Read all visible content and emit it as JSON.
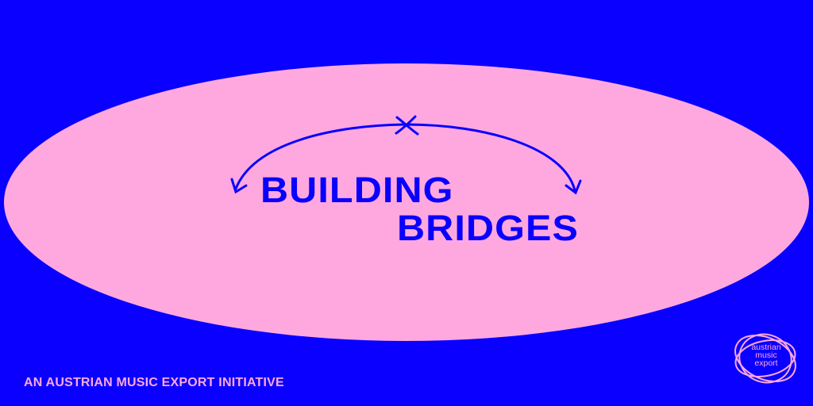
{
  "colors": {
    "background": "#0a00ff",
    "ellipse": "#ffa8e0",
    "text_primary": "#0a00ff",
    "text_secondary": "#ffa8e0"
  },
  "headline": {
    "line1": "BUILDING",
    "line2": "BRIDGES"
  },
  "tagline": "AN AUSTRIAN MUSIC EXPORT INITIATIVE",
  "logo": {
    "line1": "austrian",
    "line2": "music",
    "line3": "export"
  },
  "icons": [
    "bridge-arc-arrow",
    "cross-mark"
  ]
}
